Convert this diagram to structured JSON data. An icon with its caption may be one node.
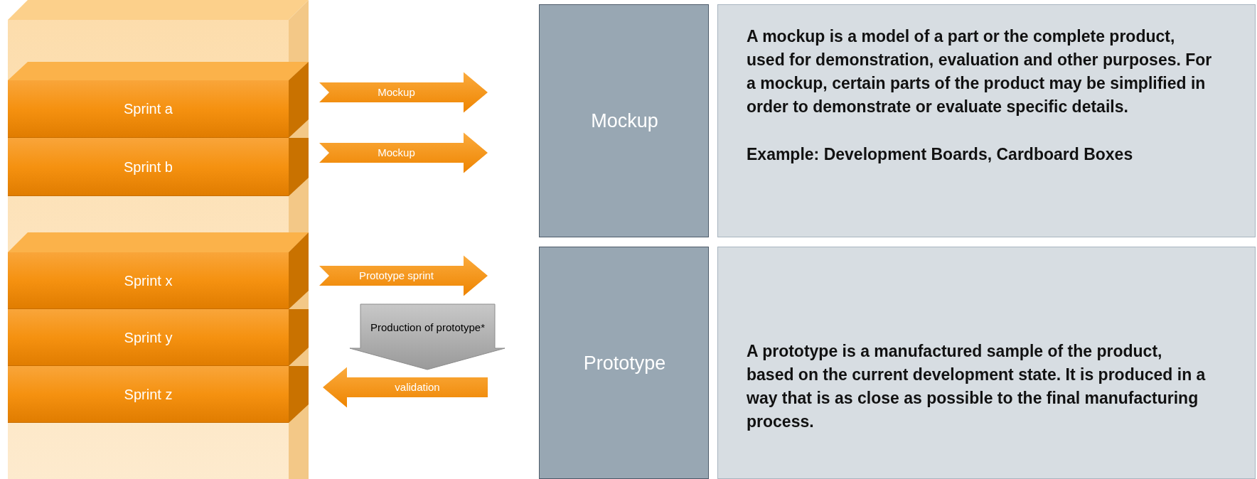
{
  "diagram": {
    "nodes": [
      {
        "text": [],
        "shape": "box"
      },
      {
        "text": [
          "Sprint a"
        ],
        "in": 0
      },
      {
        "text": [
          "Sprint b"
        ],
        "in": 0
      },
      {
        "text": [
          "Sprint x"
        ],
        "in": 0
      },
      {
        "text": [
          "Sprint y"
        ],
        "in": 0
      },
      {
        "text": [
          "Sprint z"
        ],
        "in": 0
      },
      {
        "text": [
          "Production of prototype*"
        ]
      },
      {
        "text": [
          "Mockup"
        ]
      },
      {
        "text": [
          "A mockup is a model of a part or the complete product, used for demonstration, evaluation and other purposes. For a mockup, certain parts of the product may be simplified in order to demonstrate or evaluate specific details.",
          "Example: Development Boards, Cardboard Boxes"
        ]
      },
      {
        "text": [
          "Prototype"
        ]
      },
      {
        "text": [
          "A prototype is a manufactured sample of the product, based on the current development state. It is produced in a way that is as close as possible to the final manufacturing process."
        ]
      }
    ],
    "edges": [
      {
        "from": 1,
        "to": null,
        "arrow": "to",
        "label": "Mockup",
        "style": "thick"
      },
      {
        "from": 2,
        "to": null,
        "arrow": "to",
        "label": "Mockup",
        "style": "thick"
      },
      {
        "from": 3,
        "to": null,
        "arrow": "to",
        "label": "Prototype sprint",
        "style": "thick"
      },
      {
        "from": null,
        "to": 5,
        "arrow": "to",
        "label": "validation",
        "style": "thick"
      }
    ]
  }
}
